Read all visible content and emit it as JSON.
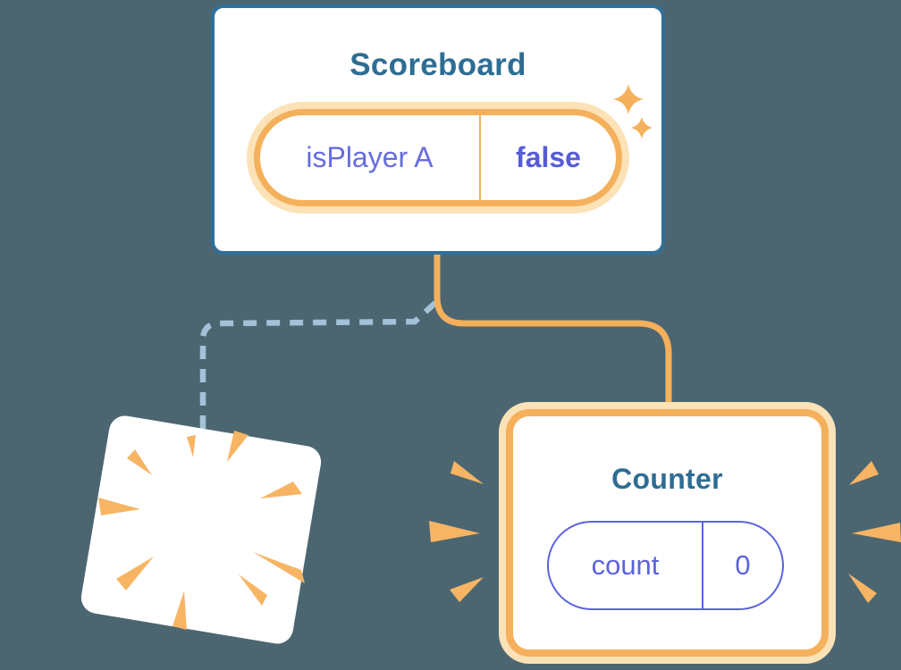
{
  "illustration": {
    "scoreboard": {
      "title": "Scoreboard",
      "state_key": "isPlayer A",
      "state_value": "false"
    },
    "counter": {
      "title": "Counter",
      "state_key": "count",
      "state_value": "0"
    },
    "icons": {
      "sparkle": "sparkle-stars",
      "poof": "poof-burst",
      "emphasis_left": "emphasis-lines-left",
      "emphasis_right": "emphasis-lines-right"
    },
    "colors": {
      "background": "#4C6671",
      "card_white": "#FFFFFF",
      "card_border_blue": "#2F6F9B",
      "heading_blue": "#2E6D94",
      "orange": "#F5B05C",
      "orange_halo": "#FBE2B7",
      "burst_orange": "#F7B564",
      "state_purple": "#666CE0",
      "state_purple_bold": "#575CD6",
      "count_pill_purple": "#5C63DD",
      "dashed_blue": "#A3C1D8"
    }
  }
}
